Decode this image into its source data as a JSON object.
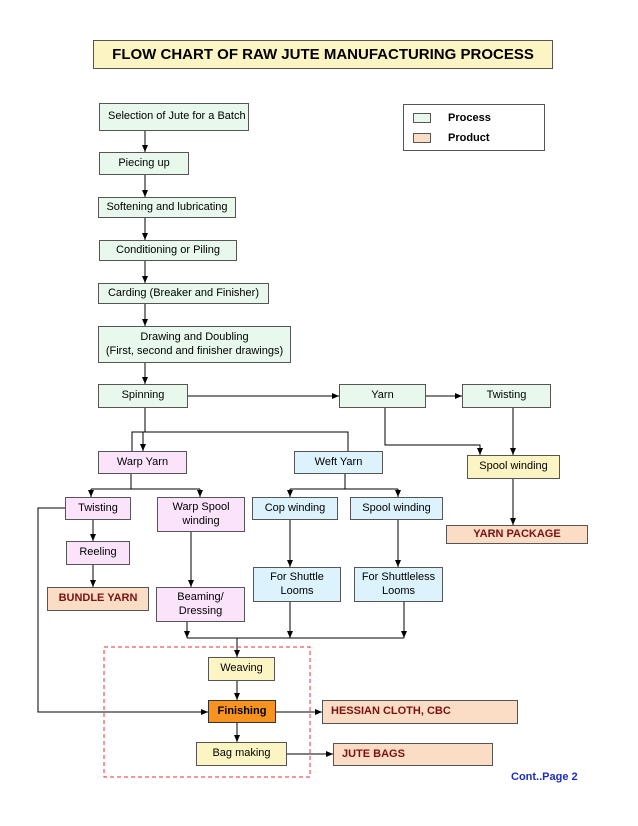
{
  "title": "FLOW CHART OF RAW JUTE MANUFACTURING PROCESS",
  "legend": {
    "process_label": "Process",
    "product_label": "Product"
  },
  "colors": {
    "process": "#e8f8ec",
    "product": "#fbdcc4",
    "title_bg": "#fdf4c4",
    "warp_yarn": "#fbe4fb",
    "weft_yarn": "#dcf2fc",
    "spool_winding": "#fdf4c4",
    "finishing": "#f7931e",
    "footer_text": "#1b2fbe",
    "product_text": "#7a1212"
  },
  "nodes": {
    "selection": "Selection of Jute for a Batch",
    "piecing": "Piecing up",
    "softening": "Softening and lubricating",
    "conditioning": "Conditioning or Piling",
    "carding": "Carding (Breaker and Finisher)",
    "drawing_1": "Drawing and Doubling",
    "drawing_2": "(First, second and finisher drawings)",
    "spinning": "Spinning",
    "yarn": "Yarn",
    "twisting_top": "Twisting",
    "spool_winding_top": "Spool winding",
    "yarn_package": "YARN PACKAGE",
    "warp_yarn": "Warp Yarn",
    "weft_yarn": "Weft Yarn",
    "twisting": "Twisting",
    "warp_spool_1": "Warp Spool",
    "warp_spool_2": "winding",
    "cop_winding": "Cop winding",
    "spool_winding_weft": "Spool winding",
    "reeling": "Reeling",
    "bundle_yarn": "BUNDLE YARN",
    "beaming_1": "Beaming/",
    "beaming_2": "Dressing",
    "shuttle_1": "For Shuttle",
    "shuttle_2": "Looms",
    "shuttleless_1": "For Shuttleless",
    "shuttleless_2": "Looms",
    "weaving": "Weaving",
    "finishing": "Finishing",
    "hessian": "HESSIAN CLOTH, CBC",
    "bag_making": "Bag making",
    "jute_bags": "JUTE BAGS"
  },
  "footer": "Cont..Page 2"
}
